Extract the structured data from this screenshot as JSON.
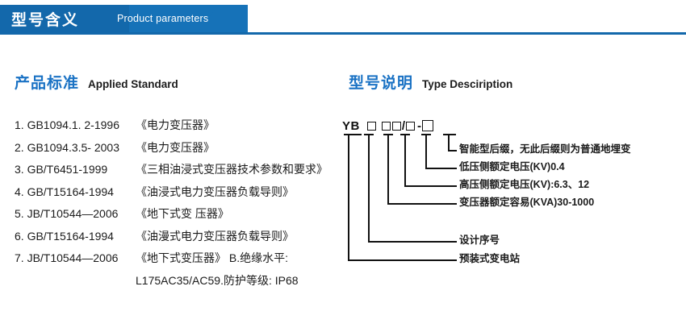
{
  "banner": {
    "title_cn": "型号含义",
    "title_en": "Product parameters",
    "color_dark": "#1368ab",
    "color_light": "#1672b8"
  },
  "sections": {
    "left": {
      "heading_cn": "产品标准",
      "heading_en": "Applied Standard",
      "accent_color": "#1a72c4",
      "standards": [
        {
          "code": "1. GB1094.1. 2-1996",
          "name": "《电力变压器》"
        },
        {
          "code": "2. GB1094.3.5- 2003",
          "name": "《电力变压器》"
        },
        {
          "code": "3. GB/T6451-1999",
          "name": "《三相油浸式变压器技术参数和要求》"
        },
        {
          "code": "4. GB/T15164-1994",
          "name": "《油浸式电力变压器负载导则》"
        },
        {
          "code": "5. JB/T10544—2006",
          "name": "《地下式变 压器》"
        },
        {
          "code": "6. GB/T15164-1994",
          "name": "《油漫式电力变压器负载导则》"
        },
        {
          "code": "7. JB/T10544—2006",
          "name": "《地下式变压器》 B.绝缘水平:"
        }
      ],
      "continuation": "L175AC35/AC59.防护等级: IP68"
    },
    "right": {
      "heading_cn": "型号说明",
      "heading_en": "Type Desciription",
      "accent_color": "#1a72c4",
      "code": {
        "prefix": "YB",
        "separator_slash": "/",
        "separator_dash": "-"
      },
      "callouts": [
        {
          "id": "suffix",
          "text": "智能型后缀，无此后缀则为普通地埋变"
        },
        {
          "id": "lv-voltage",
          "text": "低压侧额定电压(KV)0.4"
        },
        {
          "id": "hv-voltage",
          "text": "高压侧额定电压(KV):6.3、12"
        },
        {
          "id": "capacity",
          "text": "变压器额定容易(KVA)30-1000"
        },
        {
          "id": "design-no",
          "text": "设计序号"
        },
        {
          "id": "substation",
          "text": "预装式变电站"
        }
      ]
    }
  }
}
